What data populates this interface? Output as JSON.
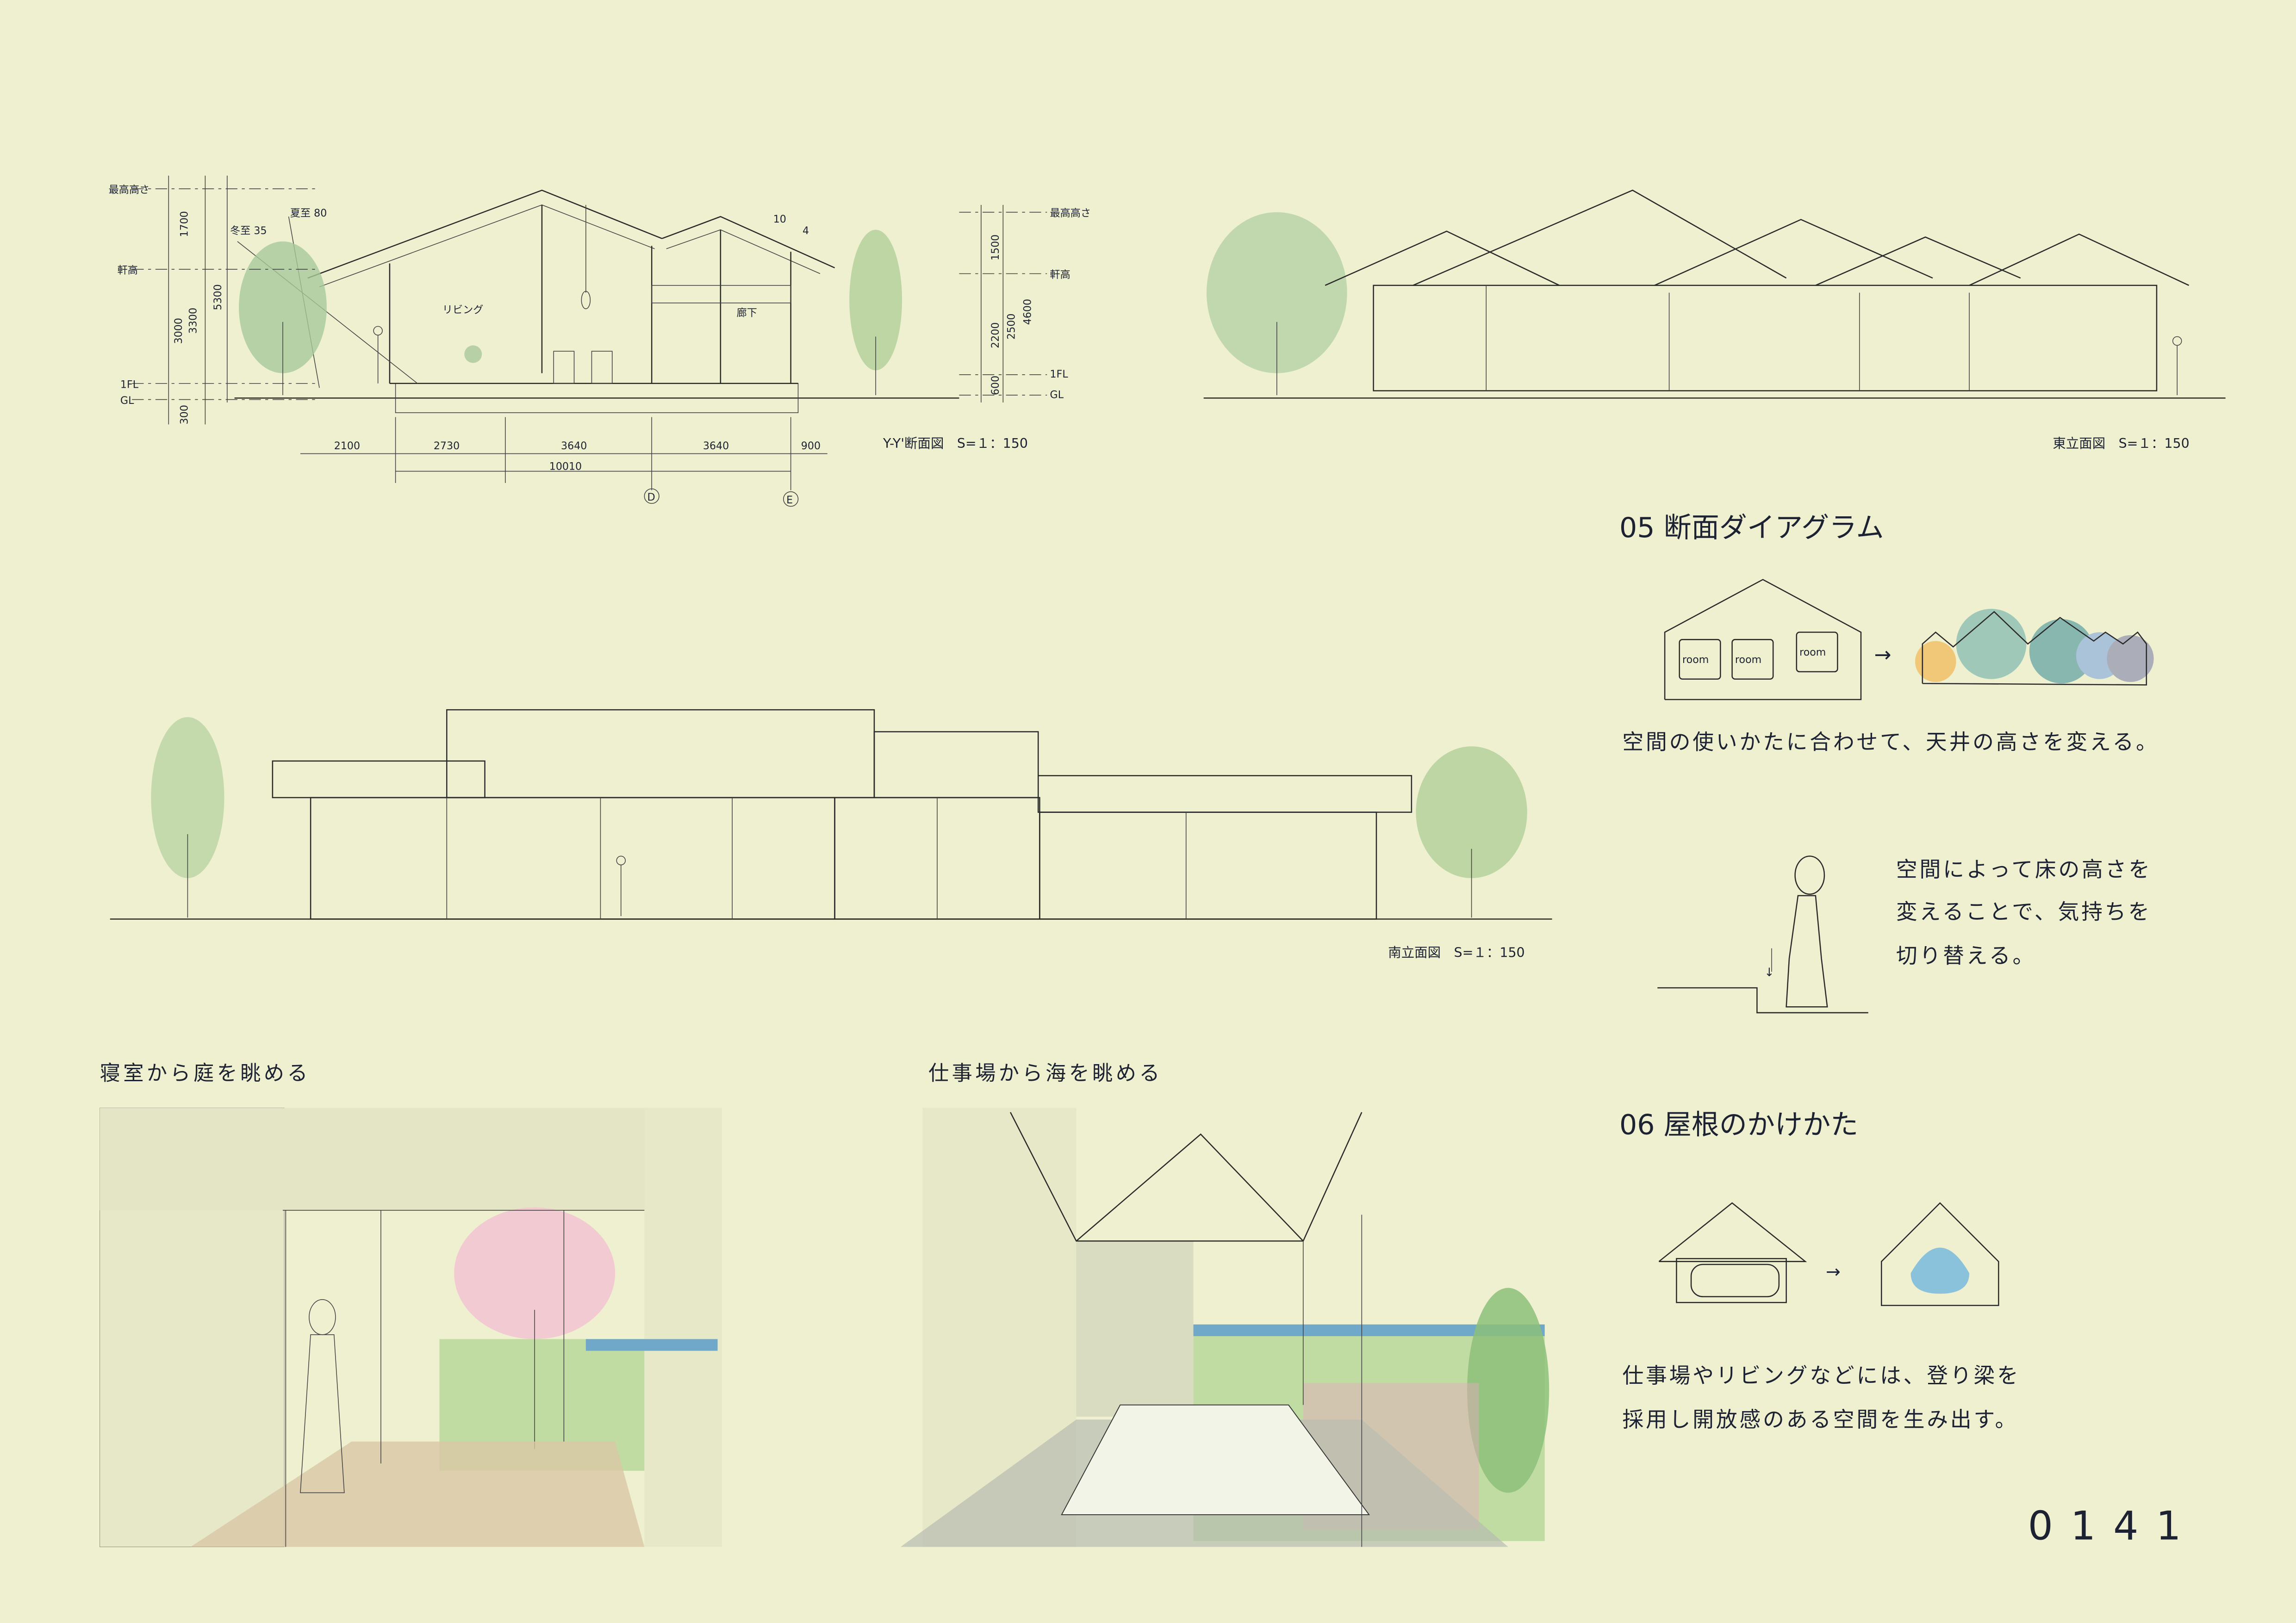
{
  "section": {
    "caption": "Y-Y'断面図　S=１：150",
    "levels": {
      "top": "最高高さ",
      "eave": "軒高",
      "fl": "1FL",
      "gl": "GL"
    },
    "sun": {
      "summer": "夏至 80",
      "winter": "冬至 35"
    },
    "rooms": {
      "living": "リビング",
      "corridor": "廊下"
    },
    "slope": {
      "run": "10",
      "rise": "4"
    },
    "left_dims": [
      "1700",
      "3000",
      "3300",
      "5300",
      "300"
    ],
    "right_dims": [
      "1500",
      "2200",
      "2500",
      "4600",
      "600"
    ],
    "bottom_dims": [
      "2100",
      "2730",
      "3640",
      "3640",
      "900"
    ],
    "total_dim": "10010",
    "grid": [
      "D",
      "E"
    ]
  },
  "east_elevation": {
    "caption": "東立面図　S=１：150"
  },
  "south_elevation": {
    "caption": "南立面図　S=１：150"
  },
  "diagram05": {
    "heading": "05 断面ダイアグラム",
    "room_labels": [
      "room",
      "room",
      "room"
    ],
    "text1": "空間の使いかたに合わせて、天井の高さを変える。",
    "text2": [
      "空間によって床の高さを",
      "変えることで、気持ちを",
      "切り替える。"
    ],
    "watercolor": [
      "#f2b552",
      "#7fb8b0",
      "#5d9fa3",
      "#8fb0dd",
      "#8f93b0"
    ]
  },
  "diagram06": {
    "heading": "06 屋根のかけかた",
    "text": [
      "仕事場やリビングなどには、登り梁を",
      "採用し開放感のある空間を生み出す。"
    ],
    "blob_color": "#67b3dd"
  },
  "perspectives": [
    {
      "title": "寝室から庭を眺める"
    },
    {
      "title": "仕事場から海を眺める"
    }
  ],
  "page_number": "0141"
}
